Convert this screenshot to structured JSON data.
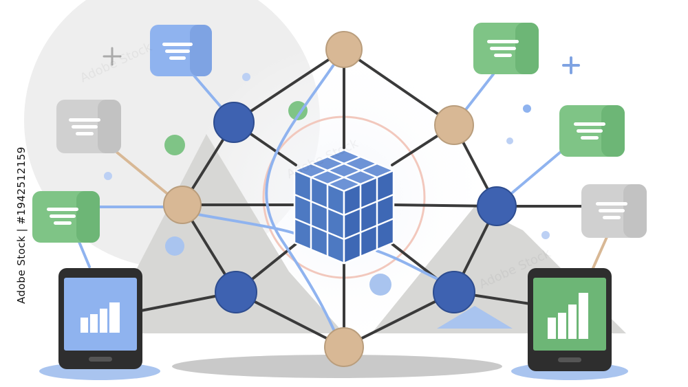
{
  "side_text": "Adobe Stock | #1942512159",
  "watermark_text": "Adobe Stock",
  "palette": {
    "node_blue": "#3e62b1",
    "node_tan": "#d8b895",
    "cube_blue": "#4d79c2",
    "card_blue": "#8fb3ef",
    "card_green": "#7fc486",
    "card_gray": "#d0d0d0",
    "edge_dark": "#3a3a3a",
    "edge_blue": "#8fb3ef",
    "edge_tan": "#d8b895"
  },
  "cards": [
    {
      "name": "card-blue-top-left",
      "color": "card_blue"
    },
    {
      "name": "card-gray-left",
      "color": "card_gray"
    },
    {
      "name": "card-green-left",
      "color": "card_green"
    },
    {
      "name": "card-green-top-right",
      "color": "card_green"
    },
    {
      "name": "card-green-right",
      "color": "card_green"
    },
    {
      "name": "card-gray-right",
      "color": "card_gray"
    }
  ],
  "devices": [
    {
      "name": "tablet-left",
      "screen_color": "card_blue",
      "bars": [
        0.45,
        0.55,
        0.7,
        1.0
      ]
    },
    {
      "name": "tablet-right",
      "screen_color": "card_green",
      "bars": [
        0.45,
        0.55,
        0.7,
        1.0
      ]
    }
  ]
}
